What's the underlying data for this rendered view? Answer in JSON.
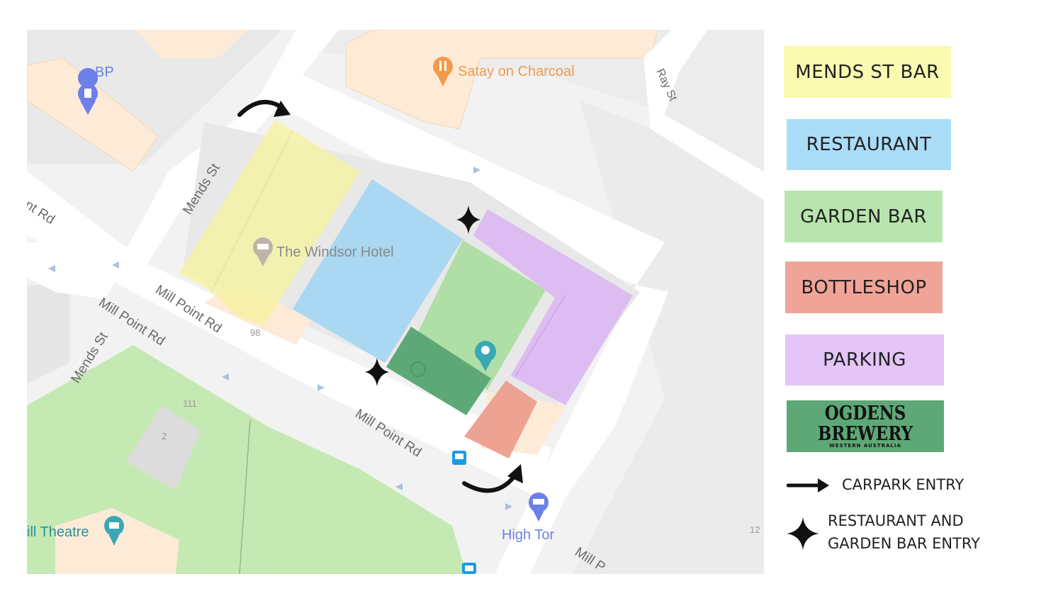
{
  "map": {
    "streets": {
      "mends_st_top": "Mends St",
      "mends_st_bottom": "Mends St",
      "mill_point_rd_a": "Mill Point Rd",
      "mill_point_rd_b": "Mill Point Rd",
      "mill_point_rd_c": "Mill Point Rd",
      "mill_point_rd_cut": "Mill P",
      "point_rd_cut": "nt Rd",
      "ray_st": "Ray St"
    },
    "places": {
      "bp": "BP",
      "satay": "Satay on Charcoal",
      "windsor": "The Windsor Hotel",
      "high_tor": "High Tor",
      "theatre": "ill Theatre"
    },
    "numbers": {
      "n98": "98",
      "n111": "111",
      "n2": "2",
      "n12": "12"
    },
    "colors": {
      "mends_bar": "#f5f2a0",
      "restaurant": "#9fd4f2",
      "garden_bar": "#a9dd9f",
      "bottleshop": "#ec9e8e",
      "parking": "#dcb8f2",
      "ogdens": "#5ea877",
      "park": "#c5e9b2"
    }
  },
  "legend": {
    "mends_bar": "MENDS ST BAR",
    "restaurant": "RESTAURANT",
    "garden_bar": "GARDEN BAR",
    "bottleshop": "BOTTLESHOP",
    "parking": "PARKING",
    "ogdens_line1": "OGDENS",
    "ogdens_line2": "BREWERY",
    "ogdens_line3": "WESTERN AUSTRALIA",
    "carpark_entry": "CARPARK ENTRY",
    "entry_line1": "RESTAURANT AND",
    "entry_line2": "GARDEN BAR ENTRY"
  }
}
